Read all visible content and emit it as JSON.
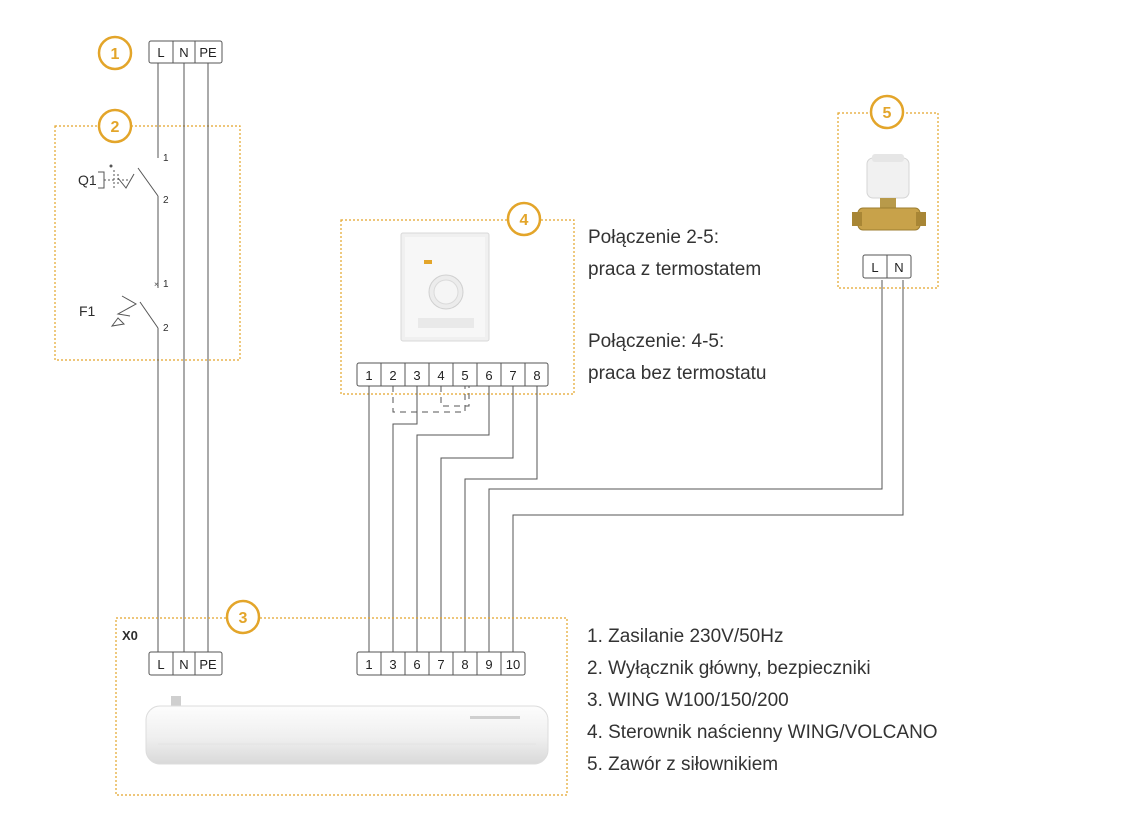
{
  "badges": [
    "1",
    "2",
    "3",
    "4",
    "5"
  ],
  "supply_terminals": [
    "L",
    "N",
    "PE"
  ],
  "unit_terminals": [
    "L",
    "N",
    "PE"
  ],
  "unit_terminal_label": "X0",
  "breakers": {
    "q1_label": "Q1",
    "f1_label": "F1",
    "pin_1": "1",
    "pin_2": "2"
  },
  "controller_terminals": [
    "1",
    "2",
    "3",
    "4",
    "5",
    "6",
    "7",
    "8"
  ],
  "valve_terminals": [
    "L",
    "N"
  ],
  "unit_signal_terminals": [
    "1",
    "3",
    "6",
    "7",
    "8",
    "9",
    "10"
  ],
  "notes": {
    "line1": "Połączenie 2-5:",
    "line2": "praca z termostatem",
    "line3": "Połączenie: 4-5:",
    "line4": "praca bez termostatu"
  },
  "legend": [
    "1. Zasilanie 230V/50Hz",
    "2. Wyłącznik główny, bezpieczniki",
    "3. WING W100/150/200",
    "4. Sterownik naścienny WING/VOLCANO",
    "5. Zawór z siłownikiem"
  ],
  "colors": {
    "accent": "#e3a52a",
    "wire": "#555555"
  }
}
